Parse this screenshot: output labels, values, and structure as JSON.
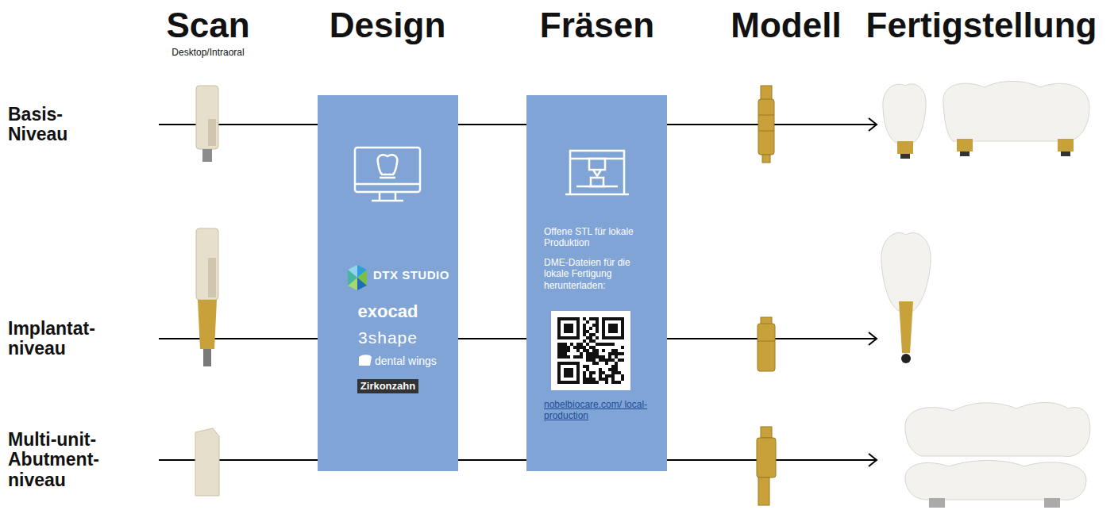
{
  "diagram": {
    "nodes": [
      {
        "text": [
          "DTX STUDIO",
          "exocad",
          "3shape",
          "dental wings",
          "Zirkonzahn"
        ]
      },
      {
        "text": [
          "Offene STL für lokale Produktion",
          "DME-Dateien für die lokale Fertigung herunterladen:",
          "nobelbiocare.com/ local-production"
        ]
      }
    ],
    "edges": [
      {
        "from": 0,
        "to": 1,
        "arrow": "none"
      },
      {
        "from": 0,
        "to": 1,
        "arrow": "none"
      },
      {
        "from": 0,
        "to": 1,
        "arrow": "none"
      }
    ],
    "labels": [
      "Scan",
      "Desktop/Intraoral",
      "Design",
      "Fräsen",
      "Modell",
      "Fertigstellung",
      "Basis- Niveau",
      "Implantat- niveau",
      "Multi-unit- Abutment- niveau"
    ]
  }
}
